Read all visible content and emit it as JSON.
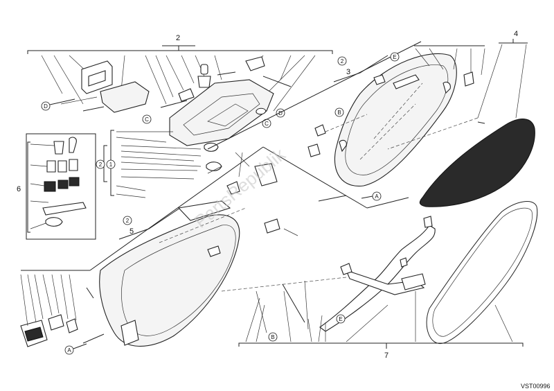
{
  "callouts": {
    "n2_top": "2",
    "n2_mid": "2",
    "n3": "3",
    "n4": "4",
    "n2_left": "2",
    "n1_left": "1",
    "n6": "6",
    "n2_low": "2",
    "n5": "5",
    "n7": "7"
  },
  "letters": {
    "D_top": "D",
    "C_1": "C",
    "C_2": "C",
    "D_2": "D",
    "E_top": "E",
    "B_mid": "B",
    "A_right": "A",
    "A_low": "A",
    "B_low": "B",
    "E_low": "E"
  },
  "watermark": "PartsRepublik",
  "drawing_code": "VST00996",
  "colors": {
    "line": "#222222",
    "seat": "#2a2a2a",
    "background": "#ffffff"
  }
}
